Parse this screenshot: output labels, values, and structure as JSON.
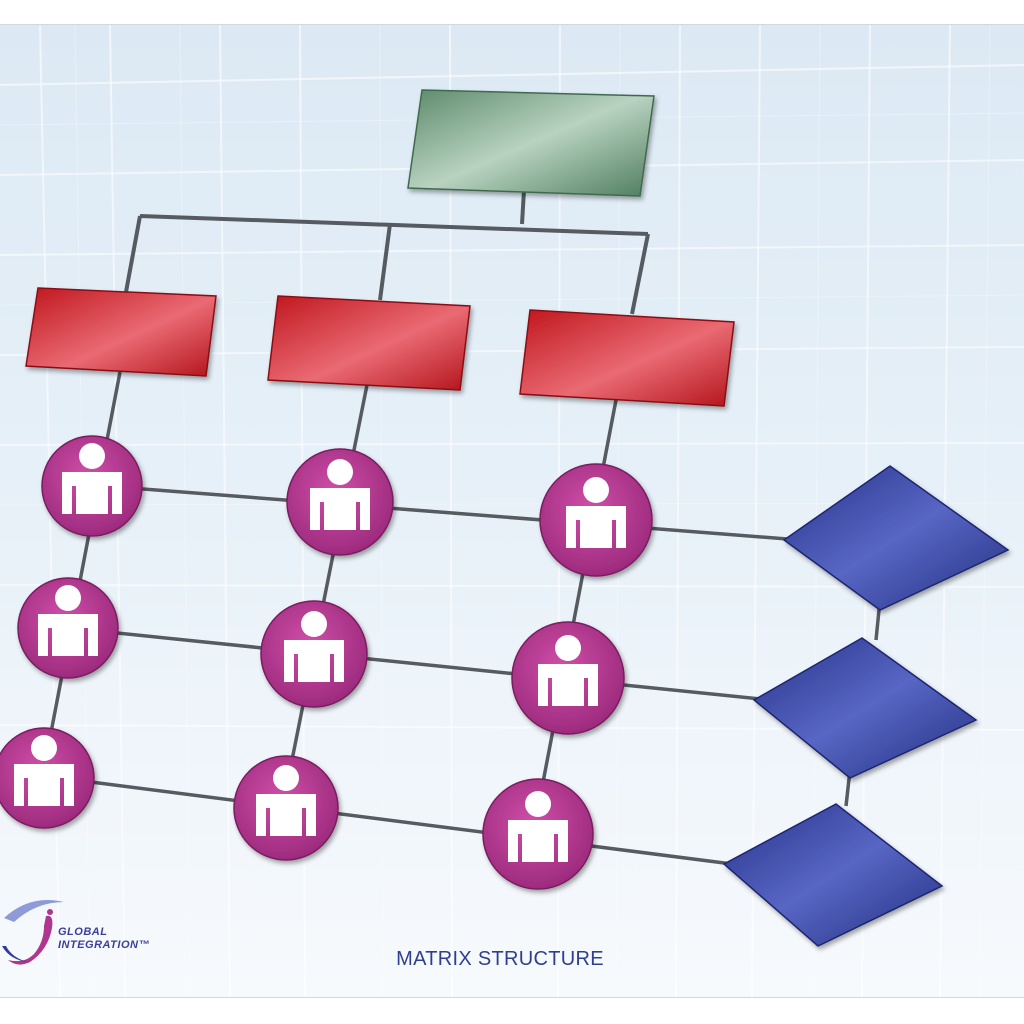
{
  "diagram": {
    "caption": "MATRIX STRUCTURE",
    "logo": {
      "line1": "GLOBAL",
      "line2": "INTEGRATION™"
    },
    "colors": {
      "top_box": "#6e9a7c",
      "manager_box": "#c8262b",
      "person_circle": "#b0358f",
      "project_diamond": "#2f3c9a",
      "connector": "#555b60",
      "caption": "#2f3f8f"
    },
    "icons": [
      "person-icon"
    ]
  }
}
